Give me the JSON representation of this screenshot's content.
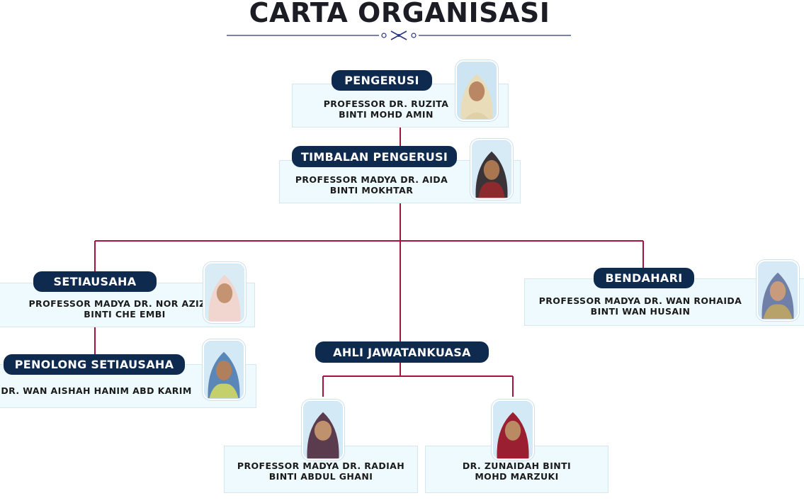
{
  "title": "CARTA ORGANISASI",
  "nodes": {
    "pengerusi": {
      "role": "PENGERUSI",
      "name_line1": "PROFESSOR DR. RUZITA",
      "name_line2": "BINTI MOHD AMIN"
    },
    "timbalan": {
      "role": "TIMBALAN PENGERUSI",
      "name_line1": "PROFESSOR MADYA DR. AIDA",
      "name_line2": "BINTI MOKHTAR"
    },
    "setiausaha": {
      "role": "SETIAUSAHA",
      "name_line1": "PROFESSOR MADYA DR. NOR AZIZAN",
      "name_line2": "BINTI CHE EMBI"
    },
    "penolong": {
      "role": "PENOLONG SETIAUSAHA",
      "name_line1": "DR. WAN AISHAH HANIM ABD KARIM"
    },
    "bendahari": {
      "role": "BENDAHARI",
      "name_line1": "PROFESSOR MADYA DR. WAN ROHAIDA",
      "name_line2": "BINTI WAN HUSAIN"
    },
    "ahli": {
      "role": "AHLI JAWATANKUASA"
    },
    "ahli1": {
      "name_line1": "PROFESSOR MADYA DR. RADIAH",
      "name_line2": "BINTI ABDUL GHANI"
    },
    "ahli2": {
      "name_line1": "DR. ZUNAIDAH BINTI",
      "name_line2": "MOHD MARZUKI"
    }
  },
  "colors": {
    "connector": "#a3143f",
    "label_bg": "#0e2a4f",
    "card_bg": "#eefafd",
    "divider": "#2c3580"
  }
}
